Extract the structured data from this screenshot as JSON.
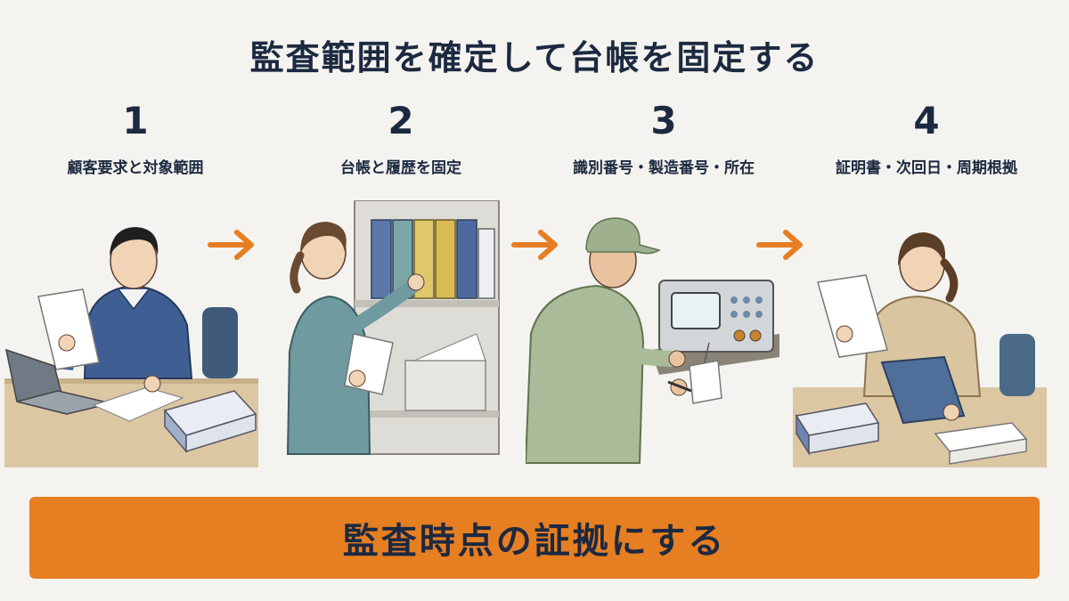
{
  "title": "監査範囲を確定して台帳を固定する",
  "steps": [
    {
      "number": "1",
      "label": "顧客要求と対象範囲"
    },
    {
      "number": "2",
      "label": "台帳と履歴を固定"
    },
    {
      "number": "3",
      "label": "識別番号・製造番号・所在"
    },
    {
      "number": "4",
      "label": "証明書・次回日・周期根拠"
    }
  ],
  "banner": "監査時点の証拠にする",
  "colors": {
    "accent": "#e67e22",
    "text": "#1c2940",
    "background": "#f4f3ef"
  }
}
